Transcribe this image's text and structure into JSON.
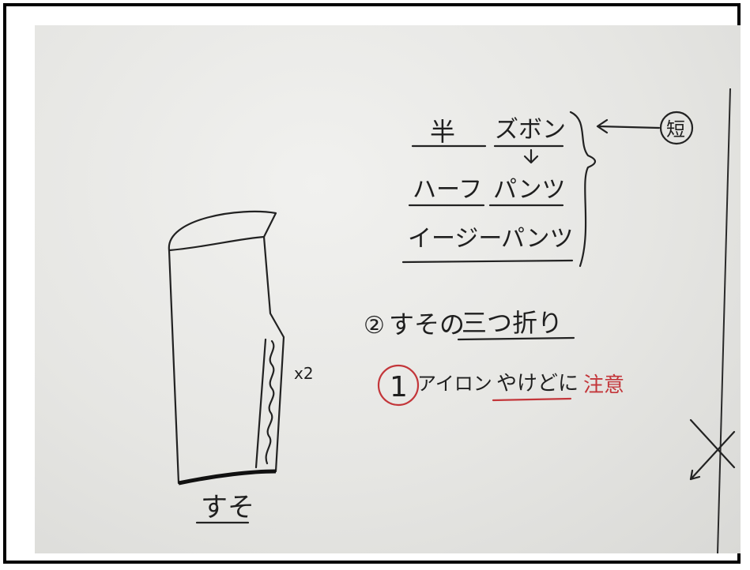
{
  "whiteboard": {
    "line1": {
      "left": "半",
      "right": "ズボン"
    },
    "line2": {
      "left": "ハーフ",
      "right": "パンツ"
    },
    "line3": {
      "left": "イージー",
      "right": "パンツ"
    },
    "circled_mark": "短",
    "step2": {
      "number": "②",
      "text": "すその",
      "emphasis": "三つ折り"
    },
    "step1": {
      "number": "1",
      "text": "アイロン",
      "underlined": "やけどに",
      "warning": "注意"
    },
    "sketch_count": "x2",
    "sketch_label": "すそ"
  },
  "colors": {
    "ink": "#1f1f1f",
    "red_ink": "#c3363a",
    "board": "#e6e6e3"
  }
}
